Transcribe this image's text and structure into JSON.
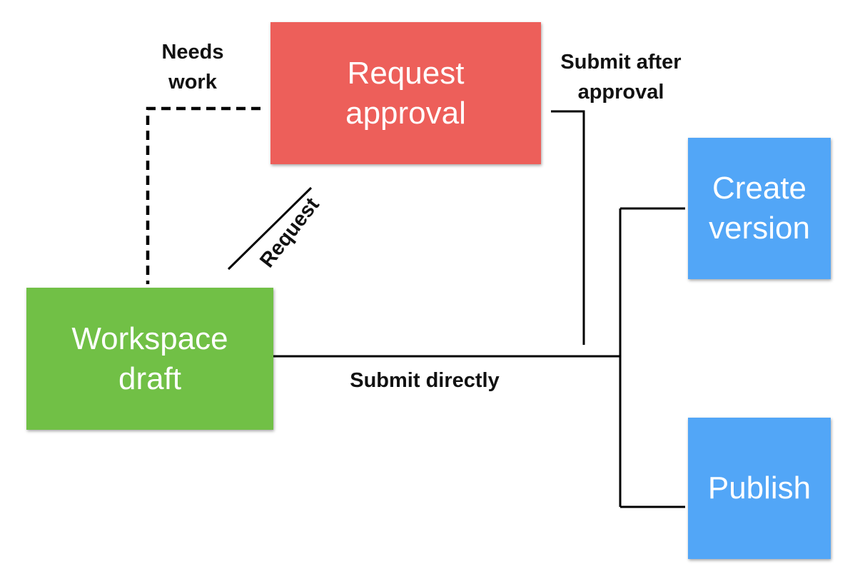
{
  "nodes": {
    "request_approval": {
      "label": "Request\napproval",
      "color": "#ED5F5A"
    },
    "workspace_draft": {
      "label": "Workspace\ndraft",
      "color": "#71C046"
    },
    "create_version": {
      "label": "Create\nversion",
      "color": "#52A6F7"
    },
    "publish": {
      "label": "Publish",
      "color": "#52A6F7"
    }
  },
  "edges": {
    "needs_work": {
      "label": "Needs\nwork",
      "style": "dashed"
    },
    "request": {
      "label": "Request",
      "style": "solid"
    },
    "submit_after_approval": {
      "label": "Submit after\napproval",
      "style": "solid"
    },
    "submit_directly": {
      "label": "Submit directly",
      "style": "solid"
    }
  }
}
